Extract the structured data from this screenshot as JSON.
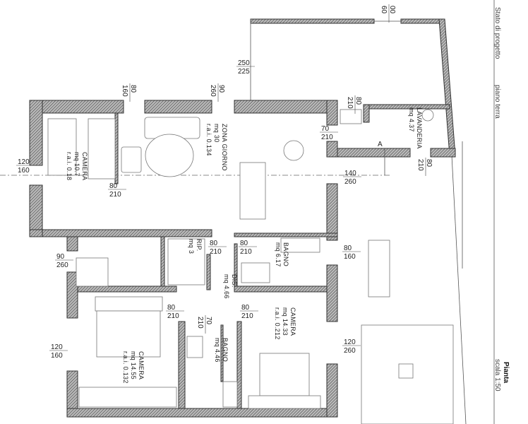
{
  "sheet": {
    "status": "Stato di progetto",
    "floor": "piano terra",
    "drawing": "Pianta",
    "scale": "scala 1:50"
  },
  "rooms": {
    "camera_nw": {
      "name": "CAMERA",
      "area": "mq 10.7",
      "rai": "r.a.i. 0.18"
    },
    "zona_giorno": {
      "name": "ZONA GIORNO",
      "area": "mq 30",
      "rai": "r.a.i. 0.134"
    },
    "lavanderia": {
      "name": "LAVANDERIA",
      "area": "mq 4.37"
    },
    "ripostiglio": {
      "name": "RIP.",
      "area": "mq 3"
    },
    "disimpegno": {
      "name": "DIS.",
      "area": "mq 4.66"
    },
    "bagno_e": {
      "name": "BAGNO",
      "area": "mq 6.17"
    },
    "camera_se": {
      "name": "CAMERA",
      "area": "mq 14.33",
      "rai": "r.a.i. 0.212"
    },
    "bagno_s": {
      "name": "BAGNO",
      "area": "mq 4.46"
    },
    "camera_sw": {
      "name": "CAMERA",
      "area": "mq 14.55",
      "rai": "r.a.i. 0.132"
    }
  },
  "openings": [
    {
      "w": "80",
      "h": "160"
    },
    {
      "w": "90",
      "h": "260"
    },
    {
      "w": "250",
      "h": "225"
    },
    {
      "w": "00",
      "h": "60"
    },
    {
      "w": "80",
      "h": "210"
    },
    {
      "w": "70",
      "h": "210"
    },
    {
      "w": "140",
      "h": "260"
    },
    {
      "w": "80",
      "h": "210"
    },
    {
      "w": "120",
      "h": "160"
    },
    {
      "w": "80",
      "h": "210"
    },
    {
      "w": "90",
      "h": "260"
    },
    {
      "w": "80",
      "h": "210"
    },
    {
      "w": "80",
      "h": "210"
    },
    {
      "w": "80",
      "h": "160"
    },
    {
      "w": "80",
      "h": "210"
    },
    {
      "w": "80",
      "h": "210"
    },
    {
      "w": "70",
      "h": "210"
    },
    {
      "w": "120",
      "h": "160"
    },
    {
      "w": "120",
      "h": "260"
    }
  ],
  "section_marker": "A"
}
